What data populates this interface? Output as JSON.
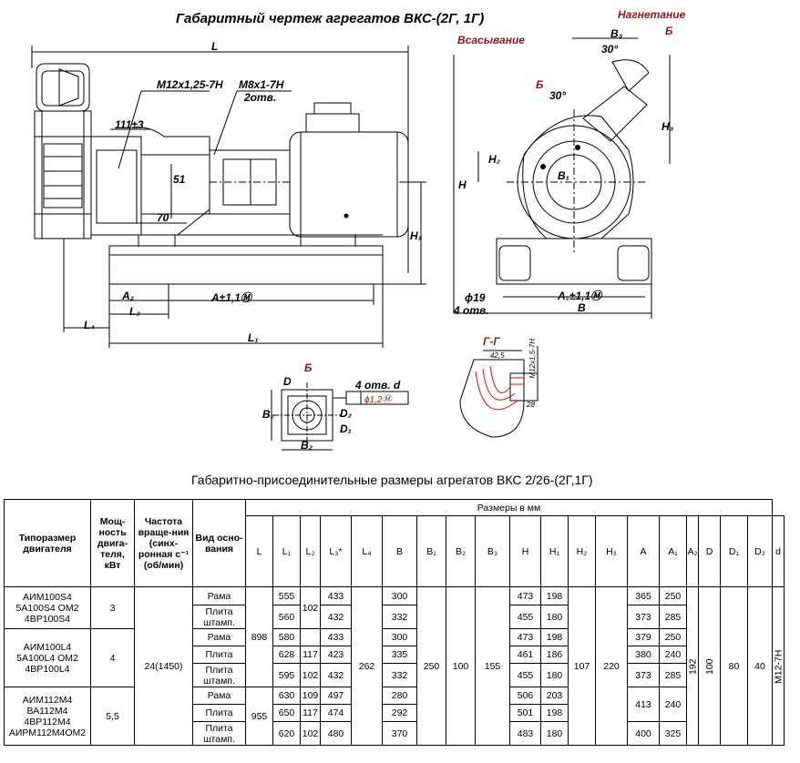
{
  "drawing": {
    "title": "Габаритный чертеж агрегатов ВКС-(2Г, 1Г)",
    "labels": {
      "nagnetanie": "Нагнетание",
      "vsasyvanie": "Всасывание",
      "b_arrow": "Б",
      "thread1": "M12x1,25-7H",
      "thread2": "M8x1-7H",
      "two_holes": "2отв.",
      "dim_111": "111±3",
      "dim_51": "51",
      "dim_70": "70",
      "L": "L",
      "A2": "A₂",
      "A_tol": "A±1,1Ⓜ",
      "L2": "L₂",
      "L4": "L₄",
      "L1": "L₁",
      "H": "H",
      "H1": "H₁",
      "H2": "H₂",
      "H3": "H₃",
      "B3": "B₃",
      "angle30a": "30°",
      "angle30b": "30°",
      "B1": "B₁",
      "phi19": "ϕ19",
      "four_holes": "4 отв.",
      "A1_tol": "A₁±1,1Ⓜ",
      "B": "B",
      "view_b": "Б",
      "D": "D",
      "D1": "D₁",
      "D2": "D₂",
      "B2": "B₂",
      "holes_d": "4 отв. d",
      "tol_box": "ϕ1,2Ⓜ",
      "section": "Г-Г",
      "dim_42_5": "42,5",
      "m12": "M12x1,5-7H",
      "dim_28": "28"
    }
  },
  "table": {
    "title": "Габаритно-присоединительные размеры агрегатов ВКС 2/26-(2Г,1Г)",
    "headers": {
      "motor": "Типоразмер двигателя",
      "power": "Мощ-ность двига-теля, кВт",
      "speed": "Частота враще-ния (синх-ронная с⁻¹ (об/мин)",
      "base": "Вид осно-вания",
      "dims": "Размеры в мм",
      "cols": [
        "L",
        "L₁",
        "L₂",
        "L₃*",
        "L₄",
        "B",
        "B₁",
        "B₂",
        "B₃",
        "H",
        "H₁",
        "H₂",
        "H₃",
        "A",
        "A₁",
        "A₂",
        "D",
        "D₁",
        "D₂",
        "d"
      ]
    },
    "groups": [
      {
        "motor": "АИМ100S4\n5А100S4 ОМ2\n4ВР100S4",
        "power": "3"
      },
      {
        "motor": "АИМ100L4\n5А100L4 ОМ2\n4ВР100L4",
        "power": "4"
      },
      {
        "motor": "АИМ112М4\nВА112М4\n4ВР112М4\nАИРМ112М4ОМ2",
        "power": "5,5"
      }
    ],
    "speed": "24(1450)",
    "shared": {
      "L_a": "898",
      "L_b": "955",
      "L4": "262",
      "B1": "250",
      "B2": "100",
      "B3": "155",
      "H2": "107",
      "H3": "220",
      "A2": "192",
      "D": "100",
      "D1": "80",
      "D2": "40",
      "d": "M12-7H"
    },
    "rows": [
      {
        "base": "Рама",
        "L1": "555",
        "L3": "433",
        "B": "300",
        "H": "473",
        "H1": "198",
        "A": "365",
        "A1": "250"
      },
      {
        "base": "Плита штамп.",
        "L1": "560",
        "L3": "432",
        "B": "332",
        "H": "455",
        "H1": "180",
        "A": "373",
        "A1": "285"
      },
      {
        "base": "Рама",
        "L1": "580",
        "L3": "433",
        "B": "300",
        "H": "473",
        "H1": "198",
        "A": "379",
        "A1": "250"
      },
      {
        "base": "Плита",
        "L1": "628",
        "L2": "117",
        "L3": "423",
        "B": "335",
        "H": "461",
        "H1": "186",
        "A": "380",
        "A1": "240"
      },
      {
        "base": "Плита штамп.",
        "L1": "595",
        "L2": "102",
        "L3": "432",
        "B": "332",
        "H": "455",
        "H1": "180",
        "A": "373",
        "A1": "285"
      },
      {
        "base": "Рама",
        "L1": "630",
        "L2": "109",
        "L3": "497",
        "B": "280",
        "H": "506",
        "H1": "203",
        "A": "413",
        "A1": "240"
      },
      {
        "base": "Плита",
        "L1": "650",
        "L2": "117",
        "L3": "474",
        "B": "292",
        "H": "501",
        "H1": "198"
      },
      {
        "base": "Плита штамп.",
        "L1": "620",
        "L2": "102",
        "L3": "480",
        "B": "370",
        "H": "483",
        "H1": "180",
        "A": "400",
        "A1": "325"
      }
    ],
    "L2_merged_top": "102"
  },
  "colors": {
    "label_red": "#8b1a1a",
    "hatch": "#d01010"
  }
}
